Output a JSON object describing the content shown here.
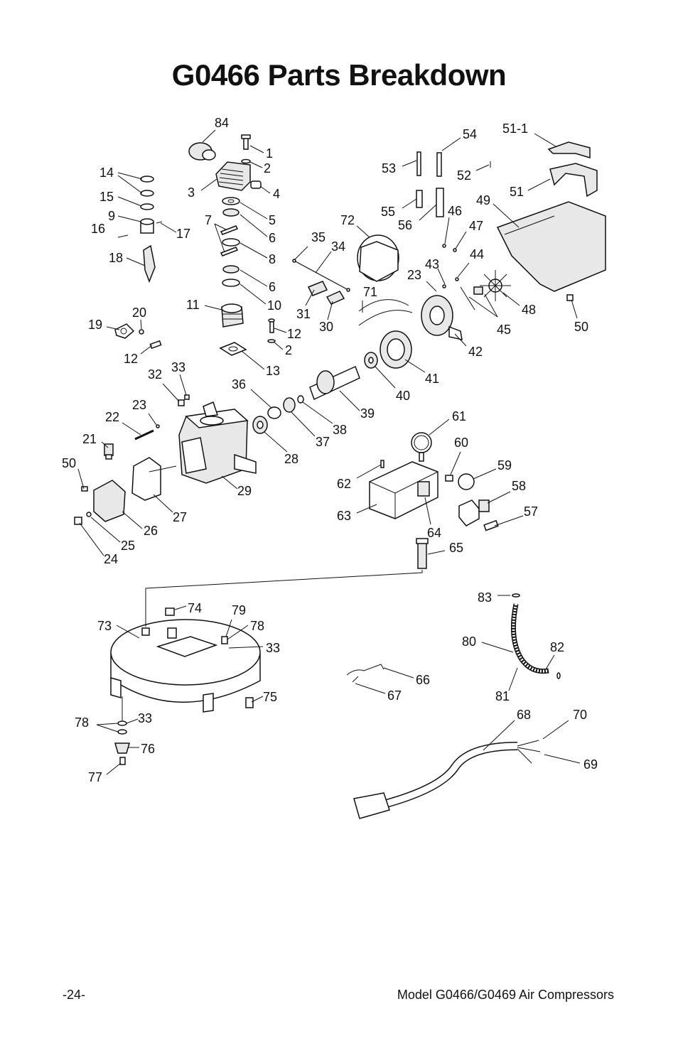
{
  "title": "G0466 Parts Breakdown",
  "footer": {
    "page_number": "-24-",
    "model": "Model G0466/G0469 Air Compressors"
  },
  "callouts": {
    "c84": "84",
    "c1": "1",
    "c2a": "2",
    "c3": "3",
    "c4": "4",
    "c14": "14",
    "c15": "15",
    "c9": "9",
    "c16": "16",
    "c17": "17",
    "c18": "18",
    "c7": "7",
    "c5": "5",
    "c6a": "6",
    "c8": "8",
    "c6b": "6",
    "c10": "10",
    "c11": "11",
    "c12a": "12",
    "c2b": "2",
    "c13": "13",
    "c19": "19",
    "c20": "20",
    "c12b": "12",
    "c32": "32",
    "c33a": "33",
    "c22": "22",
    "c23a": "23",
    "c21": "21",
    "c50a": "50",
    "c36": "36",
    "c28": "28",
    "c29": "29",
    "c27": "27",
    "c26": "26",
    "c25": "25",
    "c24": "24",
    "c35": "35",
    "c34": "34",
    "c31": "31",
    "c30": "30",
    "c72": "72",
    "c71": "71",
    "c37": "37",
    "c38": "38",
    "c39": "39",
    "c40": "40",
    "c41": "41",
    "c53": "53",
    "c54": "54",
    "c52": "52",
    "c55": "55",
    "c56": "56",
    "c51_1": "51-1",
    "c51": "51",
    "c49": "49",
    "c46": "46",
    "c47": "47",
    "c44": "44",
    "c43": "43",
    "c23b": "23",
    "c48": "48",
    "c45": "45",
    "c42": "42",
    "c50b": "50",
    "c61": "61",
    "c60": "60",
    "c59": "59",
    "c58": "58",
    "c57": "57",
    "c62": "62",
    "c63": "63",
    "c64": "64",
    "c65": "65",
    "c73": "73",
    "c74": "74",
    "c79": "79",
    "c78a": "78",
    "c33b": "33",
    "c75": "75",
    "c78b": "78",
    "c33c": "33",
    "c76": "76",
    "c77": "77",
    "c66": "66",
    "c67": "67",
    "c83": "83",
    "c80": "80",
    "c82": "82",
    "c81": "81",
    "c68": "68",
    "c70": "70",
    "c69": "69"
  }
}
